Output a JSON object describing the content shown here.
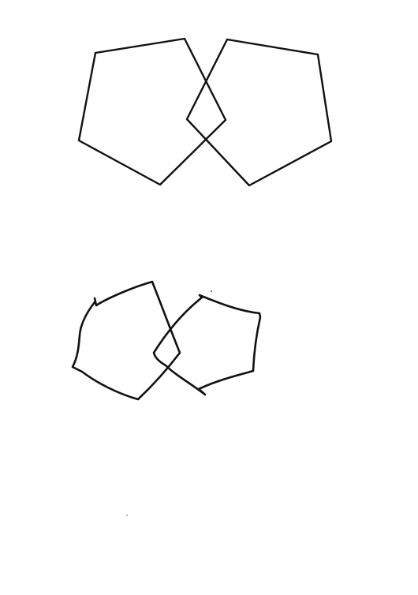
{
  "drawing": {
    "background": "#ffffff",
    "stroke_color": "#111111",
    "figures": [
      {
        "name": "pentagon-pair-printed",
        "shapes": [
          "left-pentagon",
          "right-pentagon"
        ],
        "overlap": "rhombus"
      },
      {
        "name": "hexagon-pair-sketched",
        "shapes": [
          "left-hexagon",
          "right-hexagon"
        ],
        "overlap": "quadrilateral"
      }
    ]
  }
}
